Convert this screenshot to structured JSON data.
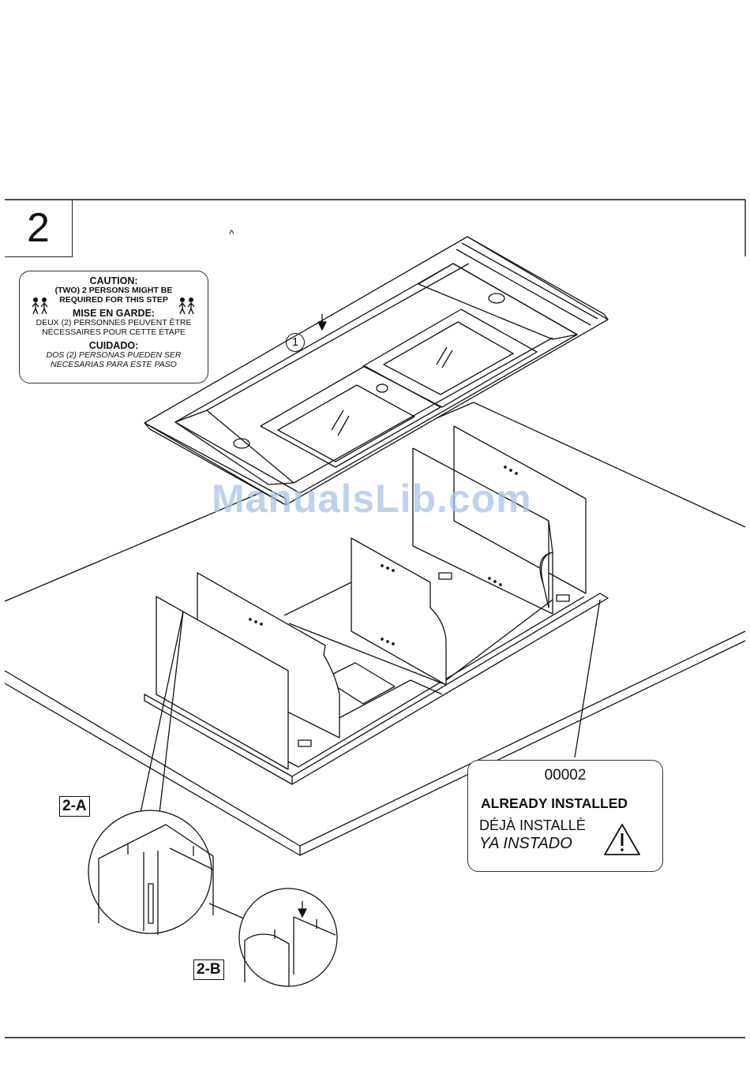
{
  "step": {
    "number": "2",
    "caret": "^"
  },
  "part_callout": "1",
  "caution": {
    "en_title": "CAUTION:",
    "en_line1": "(TWO) 2 PERSONS MIGHT BE",
    "en_line2": "REQUIRED FOR THIS STEP",
    "fr_title": "MISE EN GARDE:",
    "fr_line1": "DEUX (2) PERSONNES PEUVENT ÊTRE",
    "fr_line2": "NÉCESSAIRES POUR CETTE ÉTAPE",
    "es_title": "CUIDADO:",
    "es_line1": "DOS (2) PERSONAS PUEDEN SER",
    "es_line2": "NECESARIAS PARA ESTE PASO",
    "icon": "two-persons-icon"
  },
  "installed": {
    "code": "00002",
    "en": "ALREADY INSTALLED",
    "fr": "DÉJÀ INSTALLÈ",
    "es": "YA INSTADO",
    "icon": "warning-triangle-icon"
  },
  "details": {
    "a": "2-A",
    "b": "2-B"
  },
  "watermark": "ManualsLib.com"
}
